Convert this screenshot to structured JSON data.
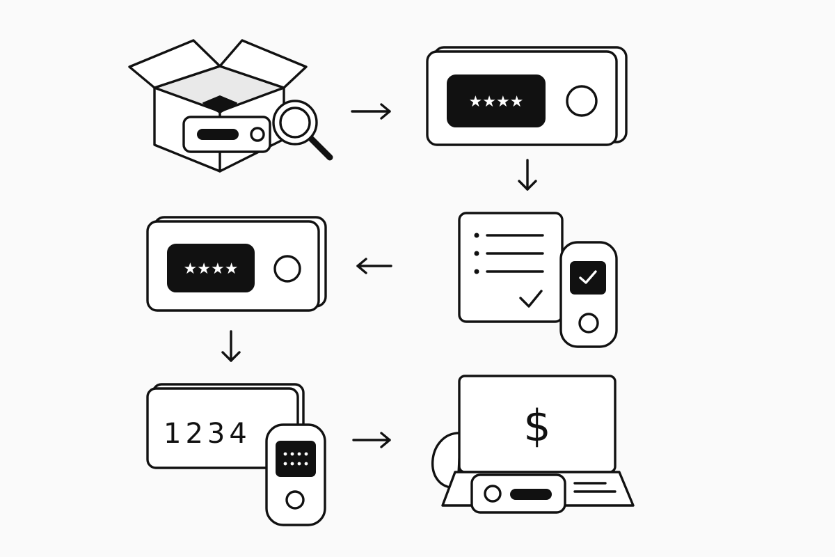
{
  "steps": [
    {
      "id": "unbox",
      "icon": "box-with-device-and-magnifier-icon"
    },
    {
      "id": "enter-pin",
      "icon": "hardware-wallet-pin-icon",
      "pin_mask": "★★★★"
    },
    {
      "id": "verify",
      "icon": "checklist-with-device-icon"
    },
    {
      "id": "confirm-pin",
      "icon": "hardware-wallet-pin-icon",
      "pin_mask": "★★★★"
    },
    {
      "id": "recovery-code",
      "icon": "code-card-with-device-icon",
      "code": "1234"
    },
    {
      "id": "transact",
      "icon": "laptop-with-dollar-icon",
      "currency_symbol": "$"
    }
  ],
  "flow": [
    "right",
    "down",
    "left",
    "down",
    "right"
  ],
  "colors": {
    "ink": "#111111",
    "paper": "#fafafa",
    "fill": "#ffffff",
    "shade": "#e9e9e9"
  }
}
